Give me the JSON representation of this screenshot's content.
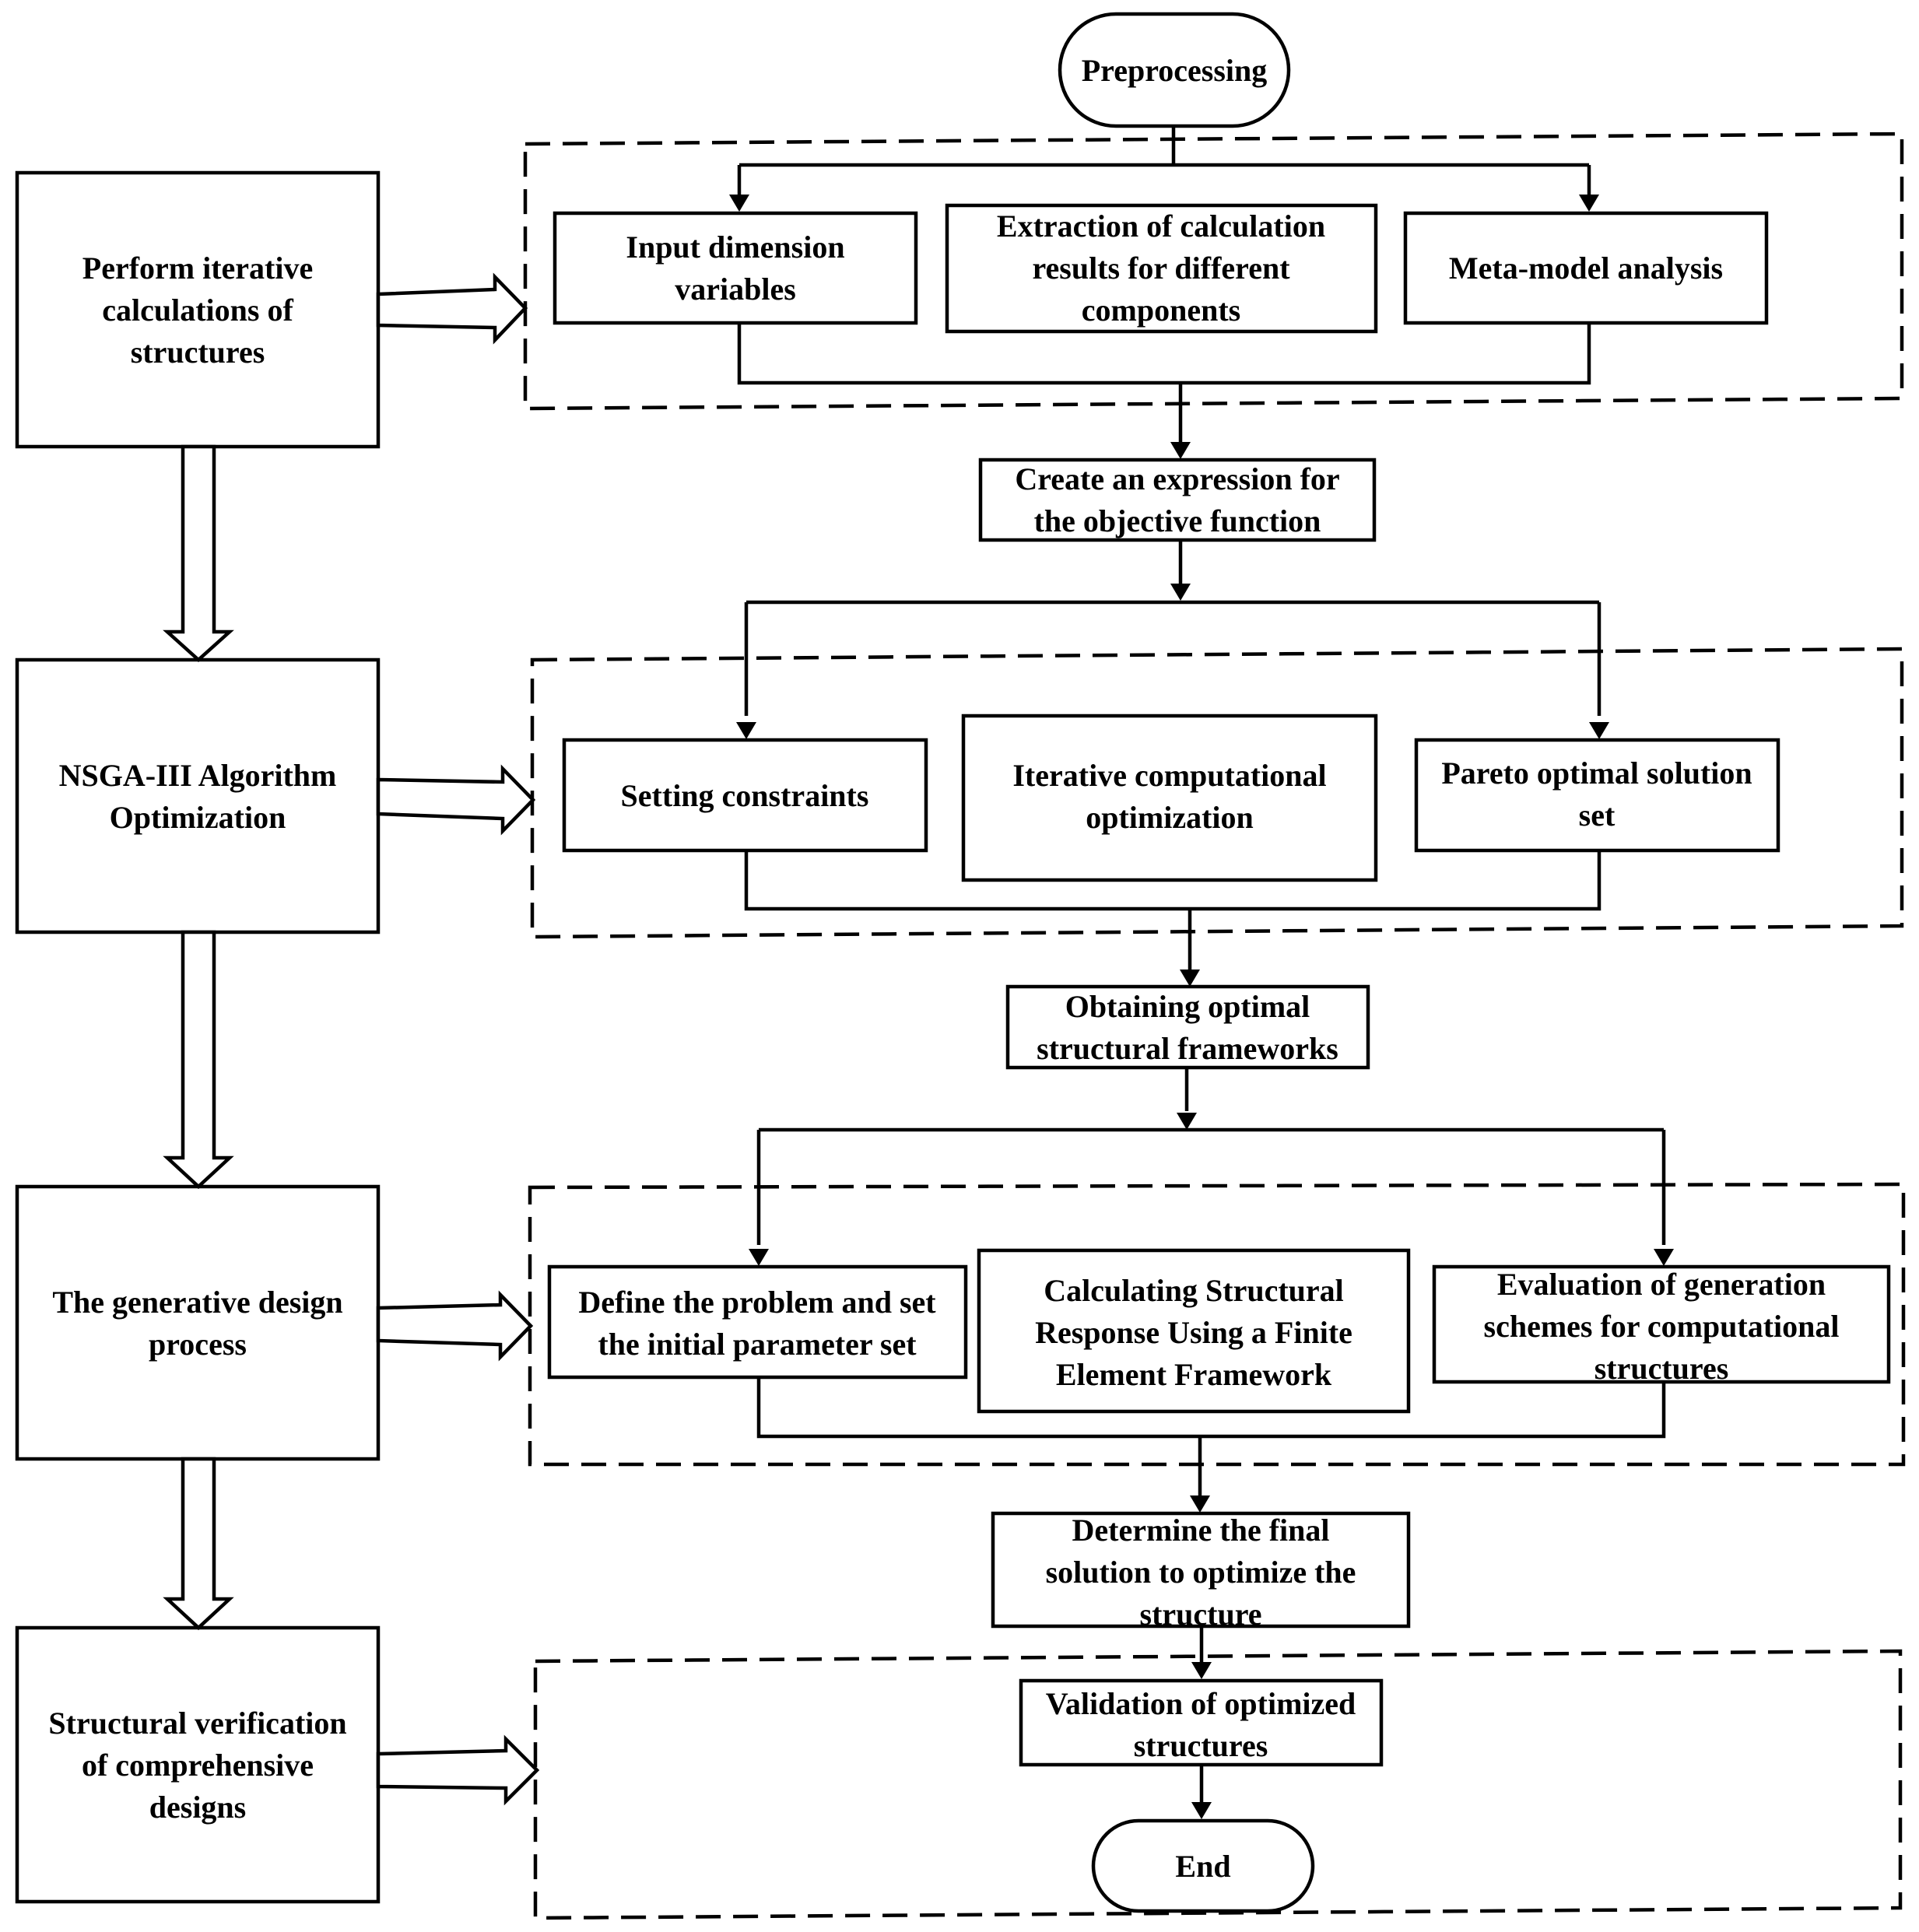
{
  "stages": [
    {
      "id": "stage-1",
      "lines": [
        "Perform iterative",
        "calculations of",
        "structures"
      ]
    },
    {
      "id": "stage-2",
      "lines": [
        "NSGA-III Algorithm",
        "Optimization"
      ]
    },
    {
      "id": "stage-3",
      "lines": [
        "The generative design",
        "process"
      ]
    },
    {
      "id": "stage-4",
      "lines": [
        "Structural verification",
        "of comprehensive",
        "designs"
      ]
    }
  ],
  "nodes": {
    "start": {
      "lines": [
        "Preprocessing"
      ]
    },
    "input_dimension": {
      "lines": [
        "Input dimension",
        "variables"
      ]
    },
    "extraction": {
      "lines": [
        "Extraction of calculation",
        "results for different",
        "components"
      ]
    },
    "meta_model": {
      "lines": [
        "Meta-model analysis"
      ]
    },
    "objective": {
      "lines": [
        "Create an expression for",
        "the objective function"
      ]
    },
    "constraints": {
      "lines": [
        "Setting constraints"
      ]
    },
    "iterative_opt": {
      "lines": [
        "Iterative computational",
        "optimization"
      ]
    },
    "pareto": {
      "lines": [
        "Pareto optimal solution",
        "set"
      ]
    },
    "optimal_frameworks": {
      "lines": [
        "Obtaining optimal",
        "structural frameworks"
      ]
    },
    "define_problem": {
      "lines": [
        "Define the problem and set",
        "the initial parameter set"
      ]
    },
    "fem": {
      "lines": [
        "Calculating Structural",
        "Response Using a Finite",
        "Element Framework"
      ]
    },
    "evaluation": {
      "lines": [
        "Evaluation of generation",
        "schemes for computational",
        "structures"
      ]
    },
    "final_solution": {
      "lines": [
        "Determine the final",
        "solution to optimize the",
        "structure"
      ]
    },
    "validation": {
      "lines": [
        "Validation of optimized",
        "structures"
      ]
    },
    "end": {
      "lines": [
        "End"
      ]
    }
  }
}
